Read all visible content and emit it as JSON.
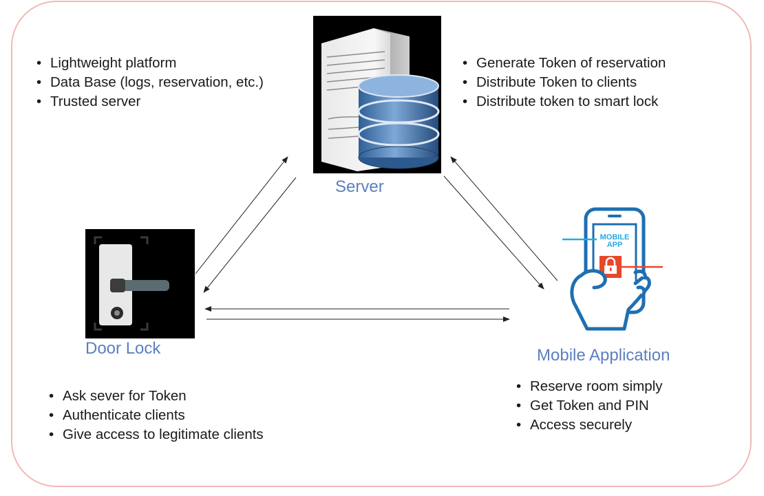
{
  "nodes": {
    "server": {
      "label": "Server",
      "left_bullets": [
        "Lightweight platform",
        "Data Base (logs, reservation, etc.)",
        "Trusted server"
      ],
      "right_bullets": [
        "Generate Token of reservation",
        "Distribute Token to clients",
        "Distribute token to smart lock"
      ]
    },
    "door_lock": {
      "label": "Door Lock",
      "bullets": [
        "Ask sever for Token",
        "Authenticate clients",
        "Give access to legitimate clients"
      ]
    },
    "mobile_app": {
      "label": "Mobile Application",
      "bullets": [
        "Reserve room simply",
        "Get Token and PIN",
        "Access securely"
      ],
      "phone_text_line1": "MOBILE",
      "phone_text_line2": "APP"
    }
  },
  "colors": {
    "frame_border": "#f3b8b5",
    "label_blue": "#5b7fbf",
    "phone_blue": "#1f6fb2",
    "accent_cyan": "#29a9e0",
    "lock_red": "#e8472a"
  },
  "icons": [
    "server-database-icon",
    "door-lock-icon",
    "mobile-app-icon"
  ]
}
